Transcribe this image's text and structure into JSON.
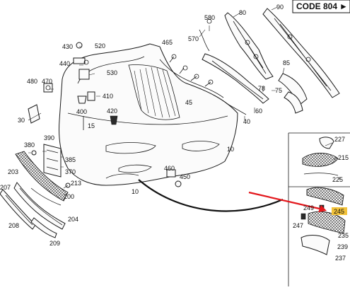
{
  "code_box": {
    "label": "CODE 804",
    "arrow": "►"
  },
  "highlight_color": "#f2c23a",
  "arrow_color": "#e3171c",
  "labels": {
    "p10a": "10",
    "p10b": "10",
    "p15": "15",
    "p30": "30",
    "p40": "40",
    "p45": "45",
    "p60": "60",
    "p75": "75",
    "p78": "78",
    "p80": "80",
    "p85": "85",
    "p90": "90",
    "p200": "200",
    "p203": "203",
    "p204": "204",
    "p207": "207",
    "p208": "208",
    "p209": "209",
    "p213": "213",
    "p215": "215",
    "p225": "225",
    "p227": "227",
    "p235": "235",
    "p237": "237",
    "p239": "239",
    "p245": "245",
    "p247": "247",
    "p249": "249",
    "p370": "370",
    "p380": "380",
    "p385": "385",
    "p390": "390",
    "p400": "400",
    "p410": "410",
    "p420": "420",
    "p430": "430",
    "p440": "440",
    "p450": "450",
    "p460": "460",
    "p465": "465",
    "p470": "470",
    "p480": "480",
    "p520": "520",
    "p530": "530",
    "p570": "570",
    "p580": "580"
  }
}
